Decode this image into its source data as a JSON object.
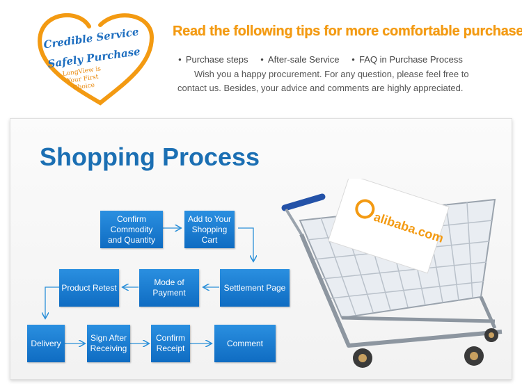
{
  "header": {
    "badge": {
      "line1": "Credible Service",
      "line2": "Safely Purchase",
      "small_text": "LongView is Your First Choice"
    },
    "tips_title": "Read the following tips for more comfortable purchase",
    "links": [
      "Purchase steps",
      "After-sale Service",
      "FAQ in Purchase Process"
    ],
    "description": "Wish you a happy procurement. For any question, please feel free to contact us. Besides, your advice and comments are highly appreciated."
  },
  "process": {
    "title": "Shopping Process",
    "steps": [
      "Confirm Commodity and Quantity",
      "Add to Your Shopping Cart",
      "Settlement Page",
      "Mode of Payment",
      "Product Retest",
      "Delivery",
      "Sign After Receiving",
      "Confirm Receipt",
      "Comment"
    ]
  },
  "cart": {
    "card_brand": "alibaba.com"
  },
  "colors": {
    "accent_orange": "#f39a12",
    "brand_blue": "#1b6fb3",
    "step_blue": "#1573c8"
  }
}
